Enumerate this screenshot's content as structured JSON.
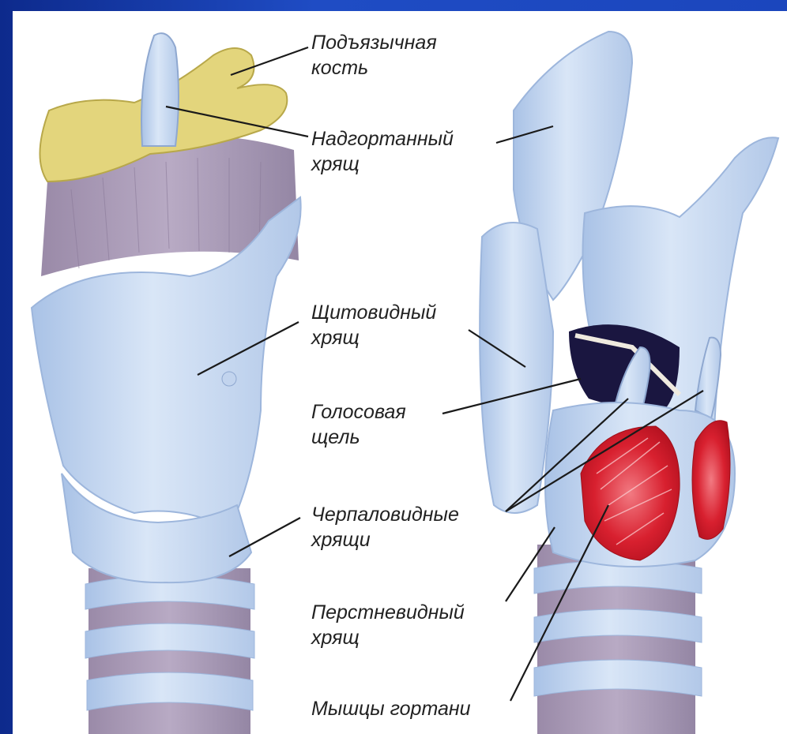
{
  "labels": {
    "hyoid": [
      "Подъязычная",
      "кость"
    ],
    "epiglottis": [
      "Надгортанный",
      "хрящ"
    ],
    "thyroid": [
      "Щитовидный",
      "хрящ"
    ],
    "glottis": [
      "Голосовая",
      "щель"
    ],
    "arytenoid": [
      "Черпаловидные",
      "хрящи"
    ],
    "cricoid": [
      "Перстневидный",
      "хрящ"
    ],
    "muscles": [
      "Мышцы гортани"
    ]
  },
  "colors": {
    "cartilage": "#c9daf2",
    "cartilage_edge": "#9db6dc",
    "bone": "#e2d47a",
    "ligament": "#a899b3",
    "muscle": "#d61c2c",
    "slide_blue": "#1f4cc4"
  }
}
